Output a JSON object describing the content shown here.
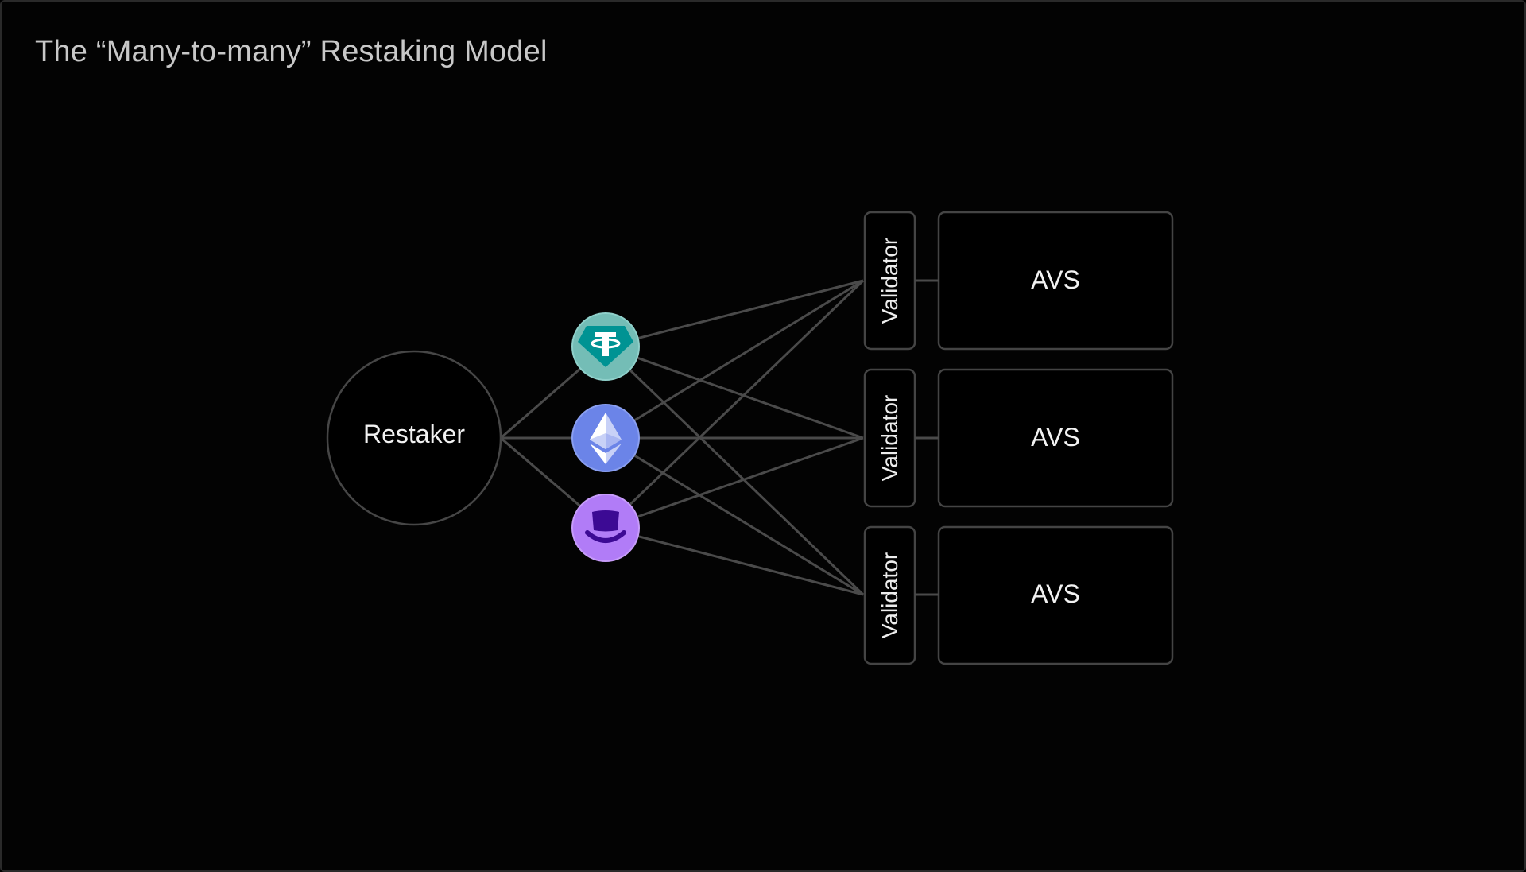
{
  "title": "The “Many-to-many” Restaking Model",
  "restaker": {
    "label": "Restaker"
  },
  "tokens": [
    {
      "name": "tether",
      "icon": "tether-icon",
      "color": "#74bdb6",
      "accent": "#009393"
    },
    {
      "name": "ethereum",
      "icon": "ethereum-icon",
      "color": "#6b84e8",
      "accent": "#c8d1f7"
    },
    {
      "name": "tophat",
      "icon": "top-hat-icon",
      "color": "#b17cf7",
      "accent": "#3c0a94"
    }
  ],
  "validators": [
    {
      "label": "Validator"
    },
    {
      "label": "Validator"
    },
    {
      "label": "Validator"
    }
  ],
  "avs": [
    {
      "label": "AVS"
    },
    {
      "label": "AVS"
    },
    {
      "label": "AVS"
    }
  ],
  "colors": {
    "line": "#4a4a4a",
    "border": "#444444",
    "background": "#030303"
  }
}
